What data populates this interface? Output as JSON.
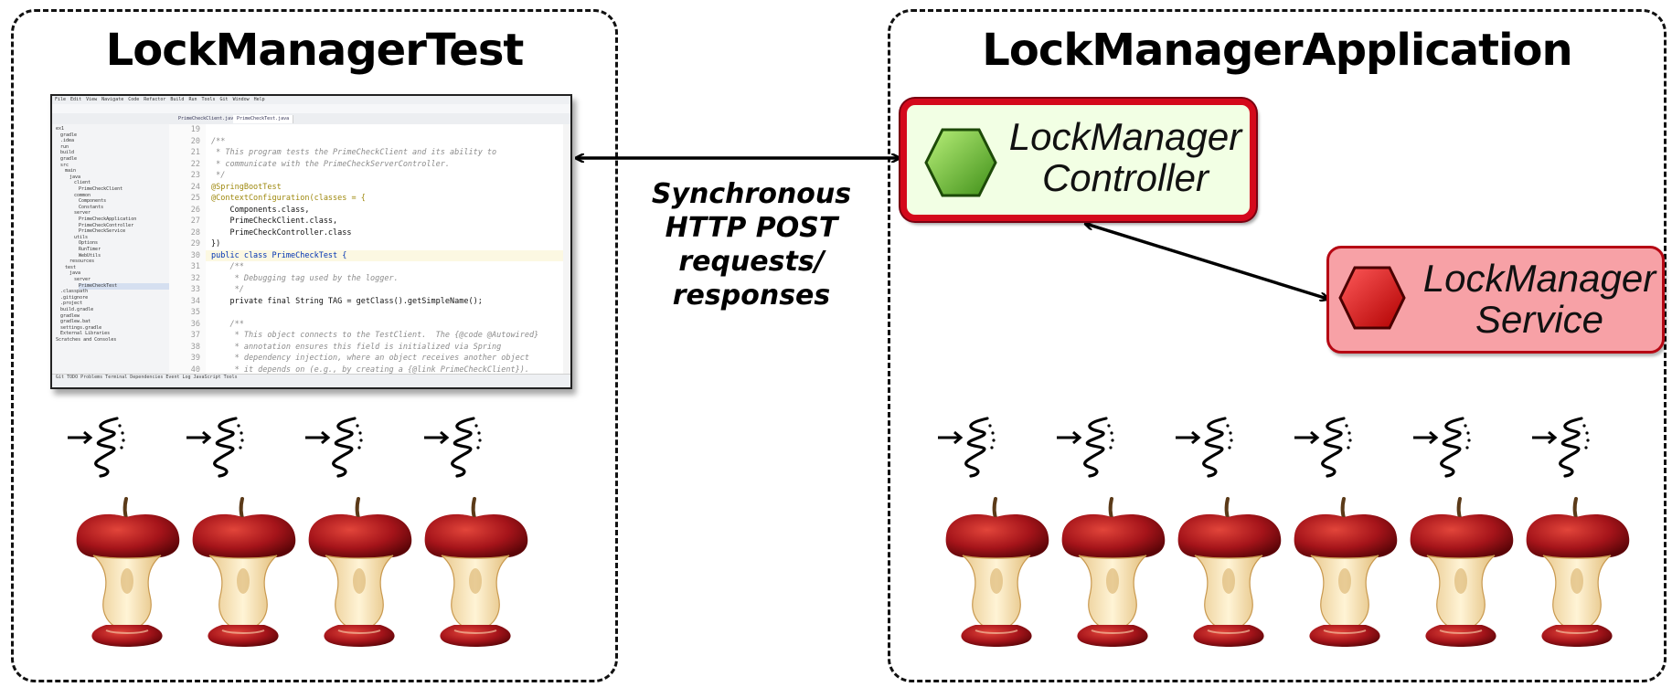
{
  "left_panel": {
    "title": "LockManagerTest"
  },
  "right_panel": {
    "title": "LockManagerApplication"
  },
  "protocol": {
    "lines": [
      "Synchronous",
      "HTTP POST",
      "requests/",
      "responses"
    ]
  },
  "controller": {
    "line1": "LockManager",
    "line2": "Controller",
    "color": "#d4091b",
    "fill": "#f2ffe4",
    "icon": "green-hexagon-icon"
  },
  "service": {
    "line1": "LockManager",
    "line2": "Service",
    "color": "#b60713",
    "fill": "#f7a1a6",
    "icon": "red-hexagon-icon"
  },
  "threads": {
    "left_count": 4,
    "right_count": 6,
    "icon": "thread-squiggle-icon"
  },
  "apples": {
    "left_count": 4,
    "right_count": 6,
    "icon": "eaten-apple-core-icon"
  },
  "ide": {
    "menu": [
      "File",
      "Edit",
      "View",
      "Navigate",
      "Code",
      "Refactor",
      "Build",
      "Run",
      "Tools",
      "Git",
      "Window",
      "Help"
    ],
    "tabs": [
      "PrimeCheckClient.java",
      "PrimeCheckTest.java"
    ],
    "tree": [
      "ex1",
      "gradle",
      ".idea",
      "run",
      "build",
      "gradle",
      "src",
      "main",
      "java",
      "client",
      "PrimeCheckClient",
      "common",
      "Components",
      "Constants",
      "server",
      "PrimeCheckApplication",
      "PrimeCheckController",
      "PrimeCheckService",
      "utils",
      "Options",
      "RunTimer",
      "WebUtils",
      "resources",
      "test",
      "java",
      "server",
      "PrimeCheckTest",
      ".classpath",
      ".gitignore",
      ".project",
      "build.gradle",
      "gradlew",
      "gradlew.bat",
      "settings.gradle",
      "External Libraries",
      "Scratches and Consoles"
    ],
    "line_numbers": [
      "19",
      "20",
      "21",
      "22",
      "23",
      "24",
      "25",
      "26",
      "27",
      "28",
      "29",
      "30",
      "31",
      "32",
      "33",
      "34",
      "35",
      "36",
      "37",
      "38",
      "39",
      "40"
    ],
    "code": [
      {
        "text": "",
        "cls": ""
      },
      {
        "text": "/**",
        "cls": "c-comment"
      },
      {
        "text": " * This program tests the PrimeCheckClient and its ability to",
        "cls": "c-comment"
      },
      {
        "text": " * communicate with the PrimeCheckServerController.",
        "cls": "c-comment"
      },
      {
        "text": " */",
        "cls": "c-comment"
      },
      {
        "text": "@SpringBootTest",
        "cls": "c-annot"
      },
      {
        "text": "@ContextConfiguration(classes = {",
        "cls": "c-annot"
      },
      {
        "text": "    Components.class,",
        "cls": ""
      },
      {
        "text": "    PrimeCheckClient.class,",
        "cls": ""
      },
      {
        "text": "    PrimeCheckController.class",
        "cls": ""
      },
      {
        "text": "})",
        "cls": ""
      },
      {
        "text": "public class PrimeCheckTest {",
        "cls": "sel"
      },
      {
        "text": "    /**",
        "cls": "c-comment"
      },
      {
        "text": "     * Debugging tag used by the logger.",
        "cls": "c-comment"
      },
      {
        "text": "     */",
        "cls": "c-comment"
      },
      {
        "text": "    private final String TAG = getClass().getSimpleName();",
        "cls": ""
      },
      {
        "text": "",
        "cls": ""
      },
      {
        "text": "    /**",
        "cls": "c-comment"
      },
      {
        "text": "     * This object connects to the TestClient.  The {@code @Autowired}",
        "cls": "c-comment"
      },
      {
        "text": "     * annotation ensures this field is initialized via Spring",
        "cls": "c-comment"
      },
      {
        "text": "     * dependency injection, where an object receives another object",
        "cls": "c-comment"
      },
      {
        "text": "     * it depends on (e.g., by creating a {@link PrimeCheckClient}).",
        "cls": "c-comment"
      }
    ],
    "status": "Git   TODO   Problems   Terminal   Dependencies                                   Event Log   JavaScript Tools"
  }
}
